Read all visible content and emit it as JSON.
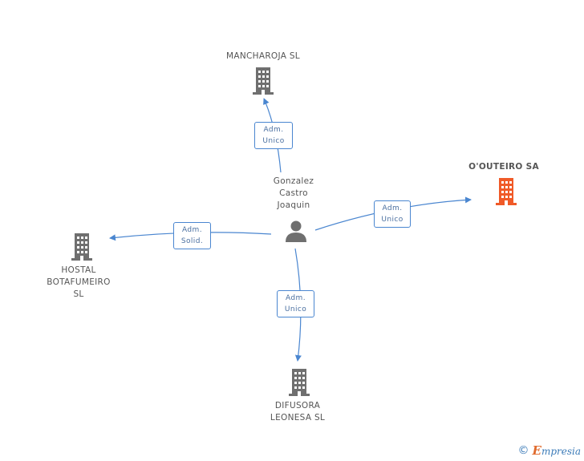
{
  "colors": {
    "edge": "#4a86d0",
    "company": "#6f6f6f",
    "focus_company": "#f05a28",
    "person": "#6f6f6f"
  },
  "nodes": {
    "person": {
      "lines": [
        "Gonzalez",
        "Castro",
        "Joaquin"
      ],
      "icon": "person-icon"
    },
    "mancharoja": {
      "lines": [
        "MANCHAROJA SL"
      ],
      "icon": "building-icon"
    },
    "outeiro": {
      "lines": [
        "O'OUTEIRO SA"
      ],
      "icon": "building-icon"
    },
    "hostal": {
      "lines": [
        "HOSTAL",
        "BOTAFUMEIRO",
        "SL"
      ],
      "icon": "building-icon"
    },
    "difusora": {
      "lines": [
        "DIFUSORA",
        "LEONESA SL"
      ],
      "icon": "building-icon"
    }
  },
  "edges": {
    "to_mancharoja": [
      "Adm.",
      "Unico"
    ],
    "to_outeiro": [
      "Adm.",
      "Unico"
    ],
    "to_hostal": [
      "Adm.",
      "Solid."
    ],
    "to_difusora": [
      "Adm.",
      "Unico"
    ]
  },
  "footer": {
    "copyright": "©",
    "brand_initial": "E",
    "brand_rest": "mpresia"
  }
}
